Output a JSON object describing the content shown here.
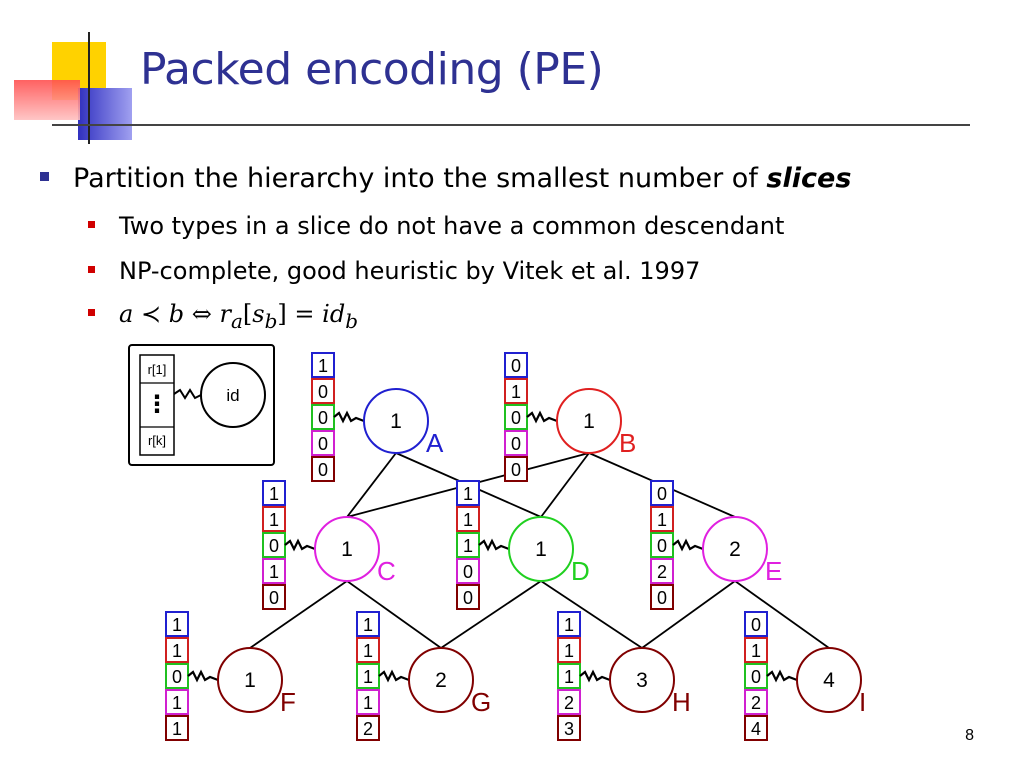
{
  "slide": {
    "title": "Packed encoding (PE)",
    "page_number": "8"
  },
  "bullets": {
    "main_text": "Partition the hierarchy into the smallest number of ",
    "main_emph": "slices",
    "sub": [
      "Two types in a slice do not have a common descendant",
      "NP-complete, good heuristic by Vitek et al. 1997"
    ],
    "formula": {
      "a": "a",
      "prec": "≺",
      "b": "b",
      "iff": "⇔",
      "r": "r",
      "r_sub": "a",
      "lb": "[",
      "s": "s",
      "s_sub": "b",
      "rb": "] = ",
      "id": "id",
      "id_sub": "b"
    }
  },
  "legend": {
    "top_slot": "r[1]",
    "dots": "⋮",
    "bottom_slot": "r[k]",
    "node_label": "id"
  },
  "colors": {
    "title": "#2e3192",
    "slot_colors": [
      "#2020d0",
      "#d02020",
      "#20c020",
      "#d020d0",
      "#800000"
    ],
    "A": "#2020d0",
    "B": "#e02020",
    "C": "#e020e0",
    "D": "#20d020",
    "E": "#e020e0",
    "leaf": "#800000"
  },
  "nodes": [
    {
      "name": "A",
      "id": "1",
      "color_key": "A",
      "vector": [
        "1",
        "0",
        "0",
        "0",
        "0"
      ]
    },
    {
      "name": "B",
      "id": "1",
      "color_key": "B",
      "vector": [
        "0",
        "1",
        "0",
        "0",
        "0"
      ]
    },
    {
      "name": "C",
      "id": "1",
      "color_key": "C",
      "vector": [
        "1",
        "1",
        "0",
        "1",
        "0"
      ]
    },
    {
      "name": "D",
      "id": "1",
      "color_key": "D",
      "vector": [
        "1",
        "1",
        "1",
        "0",
        "0"
      ]
    },
    {
      "name": "E",
      "id": "2",
      "color_key": "E",
      "vector": [
        "0",
        "1",
        "0",
        "2",
        "0"
      ]
    },
    {
      "name": "F",
      "id": "1",
      "color_key": "leaf",
      "vector": [
        "1",
        "1",
        "0",
        "1",
        "1"
      ]
    },
    {
      "name": "G",
      "id": "2",
      "color_key": "leaf",
      "vector": [
        "1",
        "1",
        "1",
        "1",
        "2"
      ]
    },
    {
      "name": "H",
      "id": "3",
      "color_key": "leaf",
      "vector": [
        "1",
        "1",
        "1",
        "2",
        "3"
      ]
    },
    {
      "name": "I",
      "id": "4",
      "color_key": "leaf",
      "vector": [
        "0",
        "1",
        "0",
        "2",
        "4"
      ]
    }
  ],
  "edges": [
    [
      "A",
      "C"
    ],
    [
      "A",
      "D"
    ],
    [
      "B",
      "C"
    ],
    [
      "B",
      "D"
    ],
    [
      "B",
      "E"
    ],
    [
      "C",
      "F"
    ],
    [
      "C",
      "G"
    ],
    [
      "D",
      "G"
    ],
    [
      "D",
      "H"
    ],
    [
      "E",
      "H"
    ],
    [
      "E",
      "I"
    ]
  ]
}
